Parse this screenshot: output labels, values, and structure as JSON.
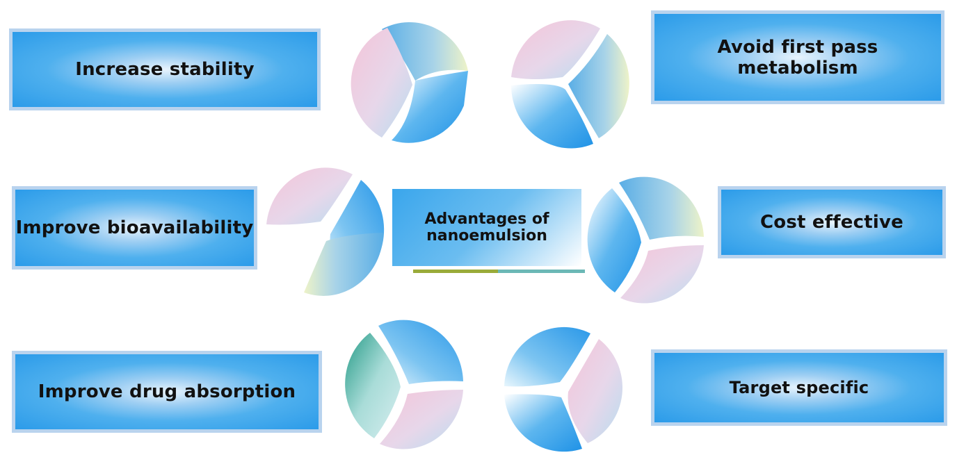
{
  "center": {
    "line1": "Advantages of",
    "line2": "nanoemulsion"
  },
  "boxes": {
    "increase_stability": "Increase stability",
    "avoid_first_pass": "Avoid first pass metabolism",
    "improve_bioavailability": "Improve bioavailability",
    "cost_effective": "Cost effective",
    "improve_drug_absorption": "Improve drug absorption",
    "target_specific": "Target specific"
  },
  "colors": {
    "box_border": "#b9d3ee",
    "box_fill": "#2b9be9",
    "underline_left": "#9aab3a",
    "underline_right": "#6bb8b6",
    "segment_blue": "#2a98e8",
    "segment_pink": "#f3c9da",
    "segment_yellow": "#e9f0c8",
    "segment_teal": "#2a9a86"
  }
}
